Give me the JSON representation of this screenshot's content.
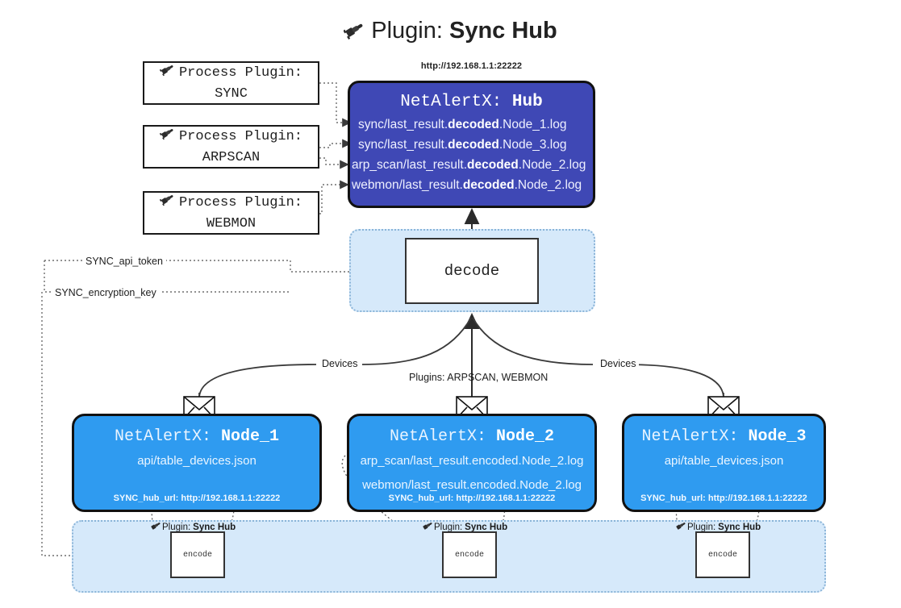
{
  "title": {
    "icon": "plug-icon",
    "prefix": "Plugin:",
    "name": "Sync Hub"
  },
  "hub": {
    "url": "http://192.168.1.1:22222",
    "label_prefix": "NetAlertX:",
    "label_name": "Hub",
    "lines": [
      {
        "pre": "sync/last_result.",
        "mid": "decoded",
        "post": ".Node_1.log"
      },
      {
        "pre": "sync/last_result.",
        "mid": "decoded",
        "post": ".Node_3.log"
      },
      {
        "pre": "arp_scan/last_result.",
        "mid": "decoded",
        "post": ".Node_2.log"
      },
      {
        "pre": "webmon/last_result.",
        "mid": "decoded",
        "post": ".Node_2.log"
      }
    ]
  },
  "process_plugins": [
    {
      "icon": "plug-icon",
      "line1": "Process Plugin:",
      "line2": "SYNC"
    },
    {
      "icon": "plug-icon",
      "line1": "Process Plugin:",
      "line2": "ARPSCAN"
    },
    {
      "icon": "plug-icon",
      "line1": "Process Plugin:",
      "line2": "WEBMON"
    }
  ],
  "decode": {
    "label": "decode"
  },
  "edge_labels": {
    "api_token": "SYNC_api_token",
    "encryption_key": "SYNC_encryption_key",
    "devices_left": "Devices",
    "devices_right": "Devices",
    "plugins_center": "Plugins: ARPSCAN, WEBMON"
  },
  "nodes": [
    {
      "icon": "envelope-icon",
      "label_prefix": "NetAlertX:",
      "label_name": "Node_1",
      "lines": [
        "api/table_devices.json"
      ],
      "footer": "SYNC_hub_url: http://192.168.1.1:22222"
    },
    {
      "icon": "envelope-icon",
      "label_prefix": "NetAlertX:",
      "label_name": "Node_2",
      "lines": [
        "arp_scan/last_result.encoded.Node_2.log",
        "webmon/last_result.encoded.Node_2.log"
      ],
      "footer": "SYNC_hub_url: http://192.168.1.1:22222"
    },
    {
      "icon": "envelope-icon",
      "label_prefix": "NetAlertX:",
      "label_name": "Node_3",
      "lines": [
        "api/table_devices.json"
      ],
      "footer": "SYNC_hub_url: http://192.168.1.1:22222"
    }
  ],
  "encoders": [
    {
      "icon": "plug-icon",
      "label_prefix": "Plugin:",
      "label_name": "Sync Hub",
      "box": "encode"
    },
    {
      "icon": "plug-icon",
      "label_prefix": "Plugin:",
      "label_name": "Sync Hub",
      "box": "encode"
    },
    {
      "icon": "plug-icon",
      "label_prefix": "Plugin:",
      "label_name": "Sync Hub",
      "box": "encode"
    }
  ],
  "colors": {
    "hub_fill": "#3f48b5",
    "node_fill": "#2f9bf0",
    "container_fill": "#d6e9fa",
    "container_border": "#8ab4d8",
    "stroke": "#333333"
  }
}
